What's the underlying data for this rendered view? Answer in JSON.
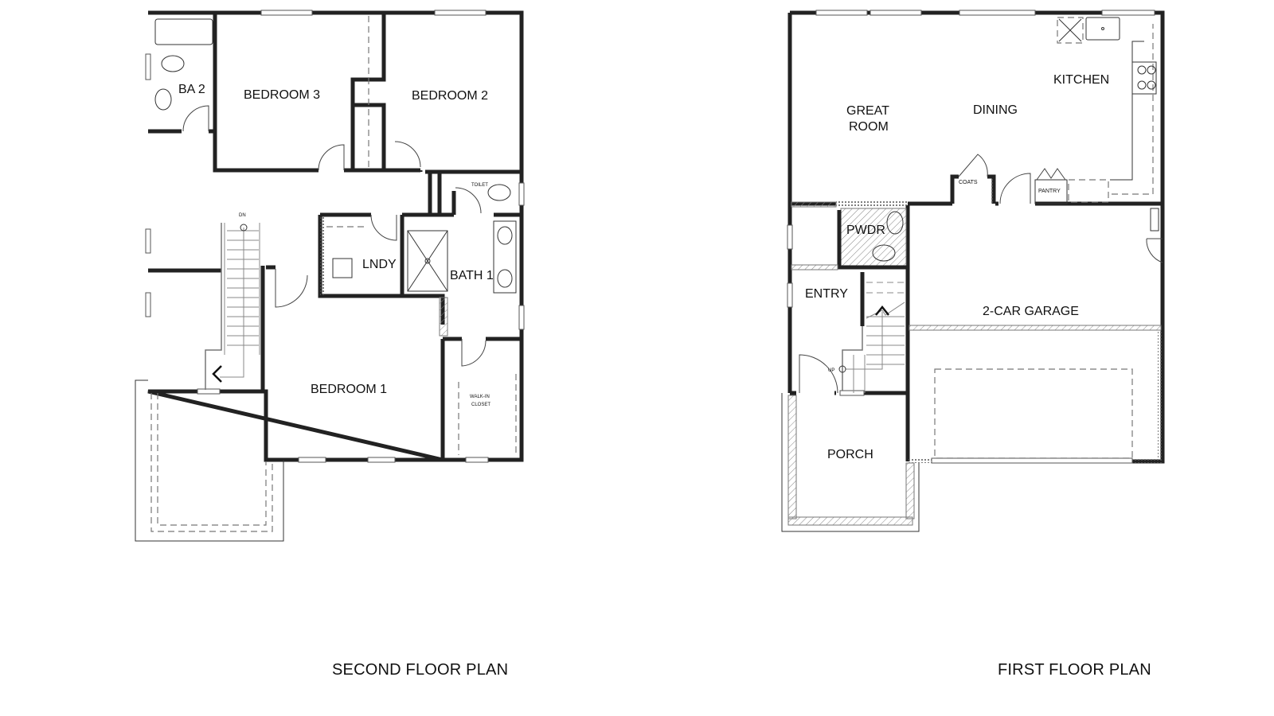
{
  "second_floor": {
    "title": "SECOND FLOOR PLAN",
    "rooms": {
      "ba2": "BA 2",
      "bedroom3": "BEDROOM 3",
      "bedroom2": "BEDROOM 2",
      "lndy": "LNDY",
      "bath1": "BATH 1",
      "bedroom1": "BEDROOM 1",
      "walkin_closet_line1": "WALK-IN",
      "walkin_closet_line2": "CLOSET",
      "toilet": "TOILET",
      "stair_dn": "DN"
    }
  },
  "first_floor": {
    "title": "FIRST FLOOR PLAN",
    "rooms": {
      "great_room_line1": "GREAT",
      "great_room_line2": "ROOM",
      "dining": "DINING",
      "kitchen": "KITCHEN",
      "coats": "COATS",
      "pantry": "PANTRY",
      "pwdr": "PWDR",
      "entry": "ENTRY",
      "garage": "2-CAR GARAGE",
      "porch": "PORCH",
      "stair_up": "UP"
    }
  },
  "colors": {
    "wall": "#222222",
    "background": "#ffffff",
    "text": "#111111"
  }
}
